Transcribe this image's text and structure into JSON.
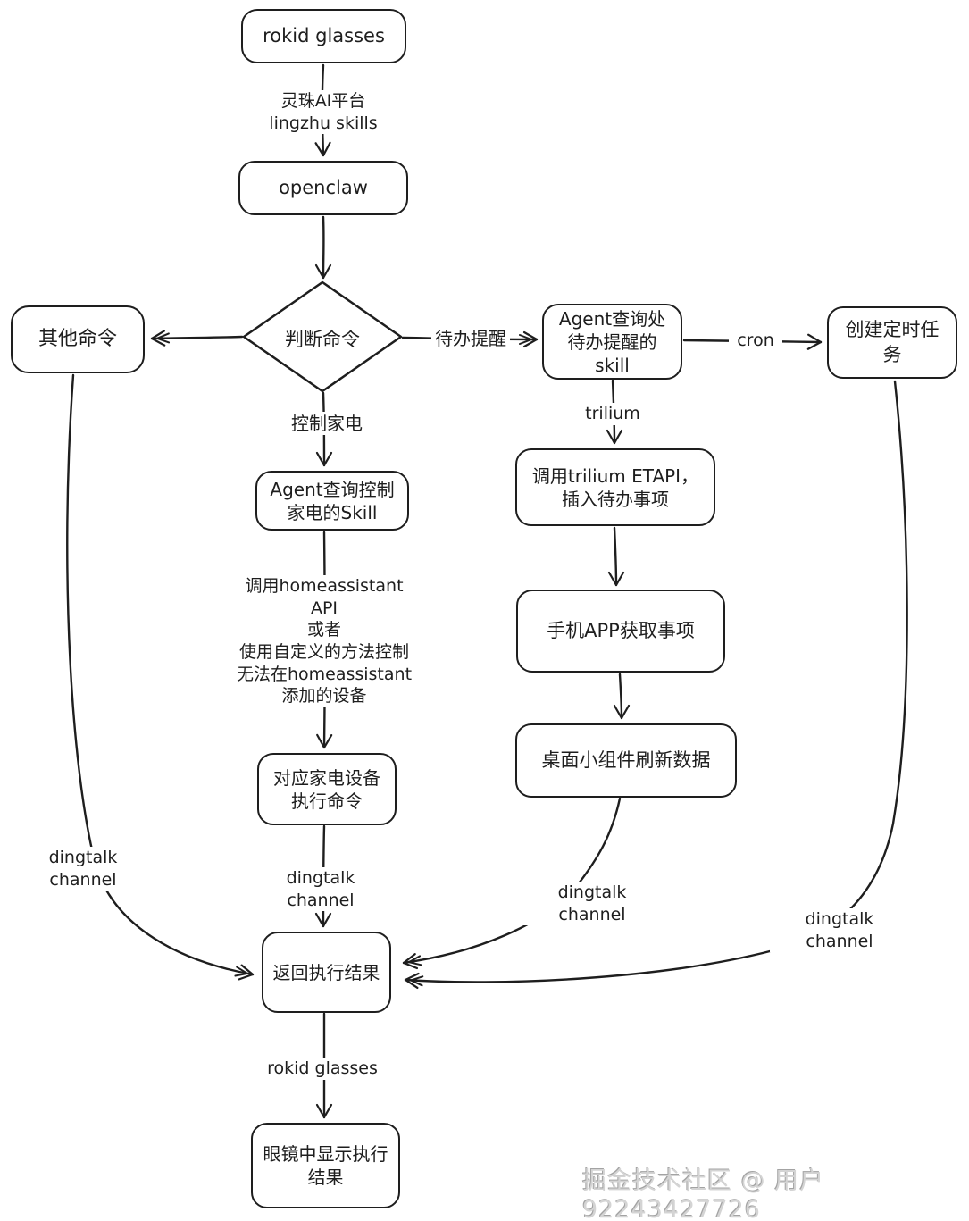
{
  "watermark": "掘金技术社区 @ 用户92243427726",
  "colors": {
    "stroke": "#1e1e1e",
    "background": "#ffffff",
    "watermark_gray": "#d4d4d4"
  },
  "nodes": {
    "rokid_glasses": {
      "label": "rokid glasses"
    },
    "openclaw": {
      "label": "openclaw"
    },
    "judge_command": {
      "label": "判断命令"
    },
    "other_commands": {
      "label": "其他命令"
    },
    "agent_todo_skill": {
      "label": "Agent查询处待办提醒的skill"
    },
    "create_cron_task": {
      "label": "创建定时任务"
    },
    "agent_home_skill": {
      "label": "Agent查询控制家电的Skill"
    },
    "trilium_etapi": {
      "label": "调用trilium ETAPI，插入待办事项"
    },
    "phone_app": {
      "label": "手机APP获取事项"
    },
    "desktop_widget": {
      "label": "桌面小组件刷新数据"
    },
    "exec_device_command": {
      "label": "对应家电设备执行命令"
    },
    "return_result": {
      "label": "返回执行结果"
    },
    "glasses_display": {
      "label": "眼镜中显示执行结果"
    }
  },
  "edge_labels": {
    "lingzhu": "灵珠AI平台\nlingzhu skills",
    "todo_branch": "待办提醒",
    "home_branch": "控制家电",
    "cron": "cron",
    "trilium": "trilium",
    "homeassistant_note": "调用homeassistant\nAPI\n或者\n使用自定义的方法控制\n无法在homeassistant\n添加的设备",
    "dingtalk_left": "dingtalk channel",
    "dingtalk_mid": "dingtalk channel",
    "dingtalk_widget": "dingtalk channel",
    "dingtalk_cron": "dingtalk channel",
    "rokid_glasses_edge": "rokid glasses"
  }
}
